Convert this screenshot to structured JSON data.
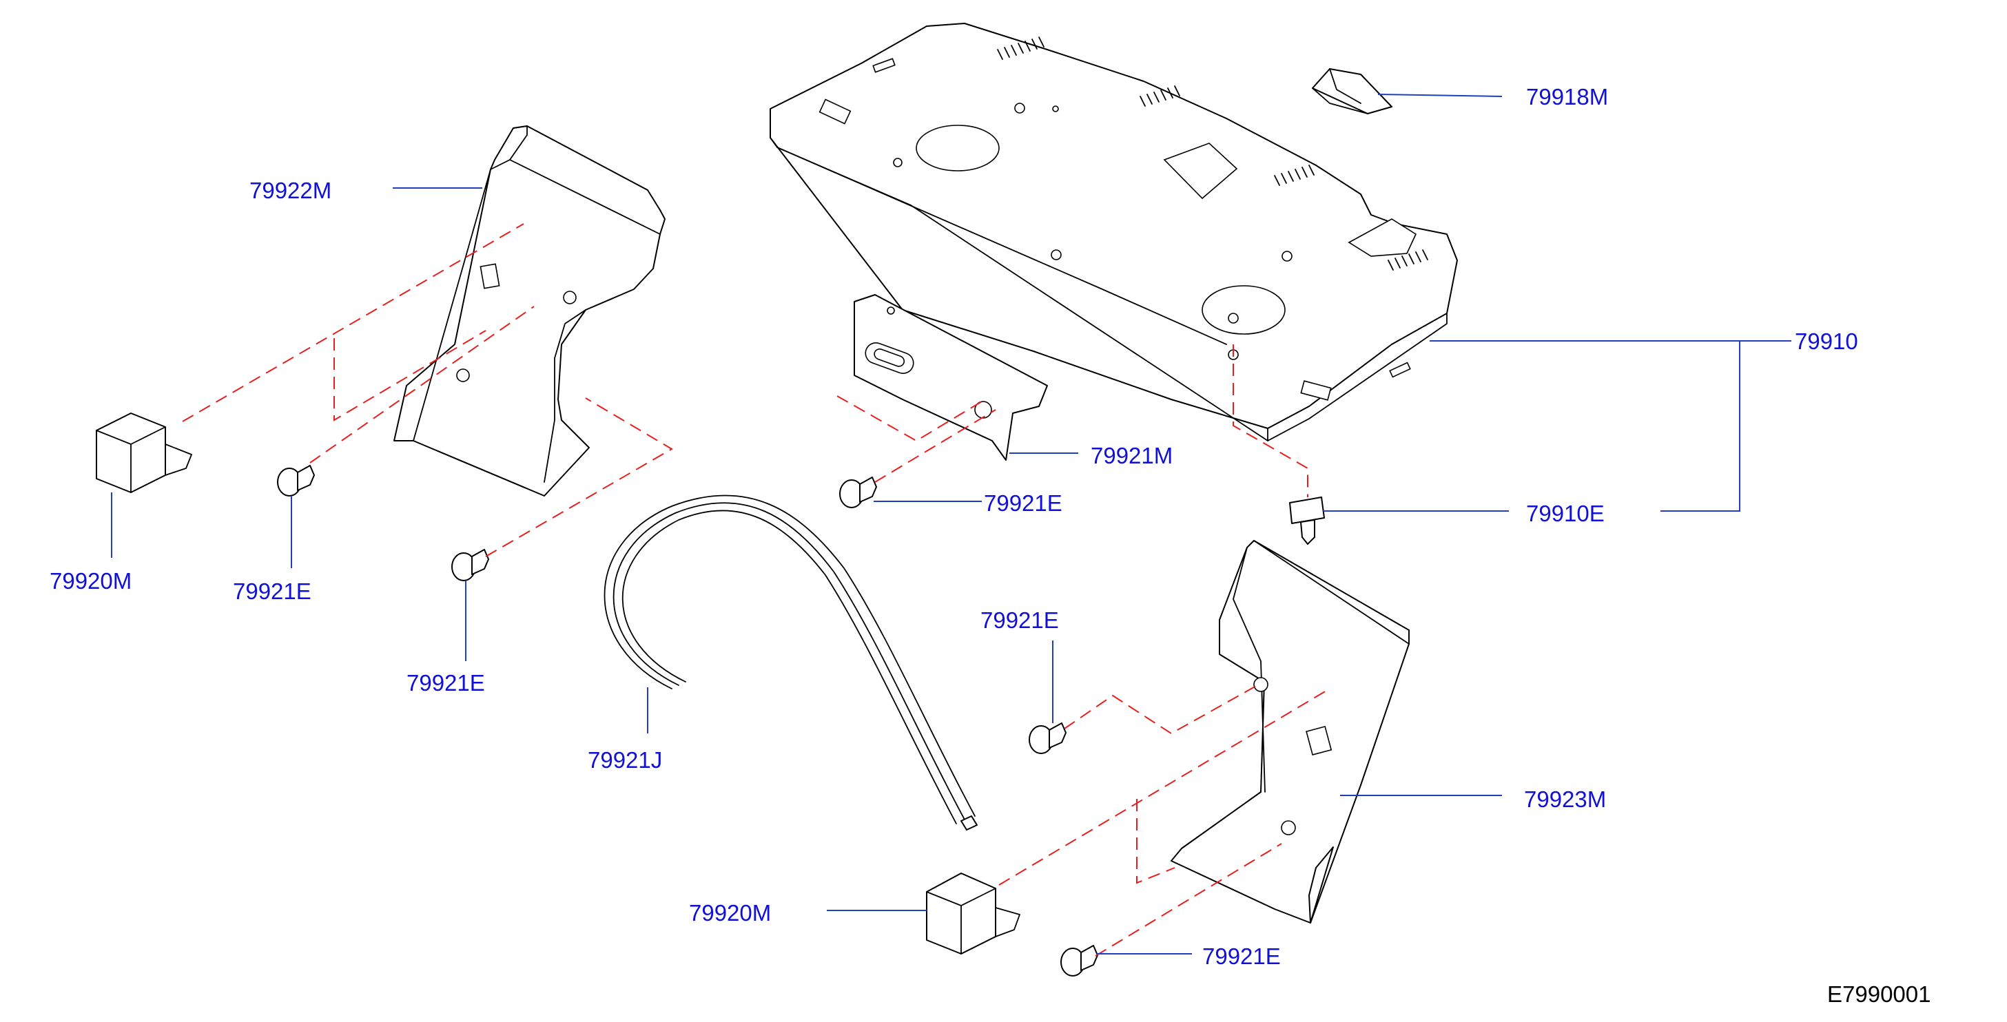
{
  "diagram": {
    "drawing_code": "E7990001",
    "callouts": {
      "p79918M": "79918M",
      "p79922M": "79922M",
      "p79910": "79910",
      "p79921M": "79921M",
      "p79921E_center": "79921E",
      "p79910E": "79910E",
      "p79920M_left": "79920M",
      "p79921E_left_upper": "79921E",
      "p79921E_left_lower": "79921E",
      "p79921E_right_upper": "79921E",
      "p79921J": "79921J",
      "p79923M": "79923M",
      "p79920M_bottom": "79920M",
      "p79921E_bottom": "79921E"
    }
  }
}
